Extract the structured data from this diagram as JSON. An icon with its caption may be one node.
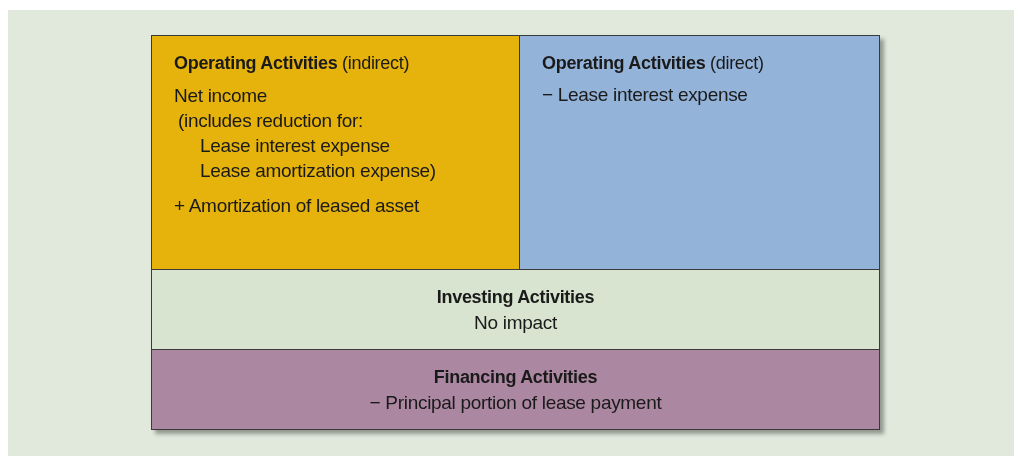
{
  "diagram": {
    "nodes": [
      {
        "text": [
          "**Operating Activities** (indirect)",
          "Net income",
          "(includes reduction for:",
          "Lease interest expense",
          "Lease amortization expense)",
          "+ Amortization of leased asset"
        ]
      },
      {
        "text": [
          "**Operating Activities** (direct)",
          "− Lease interest expense"
        ]
      },
      {
        "text": [
          "Investing Activities",
          "No impact"
        ]
      },
      {
        "text": [
          "Financing Activities",
          "− Principal portion of lease payment"
        ]
      }
    ]
  }
}
